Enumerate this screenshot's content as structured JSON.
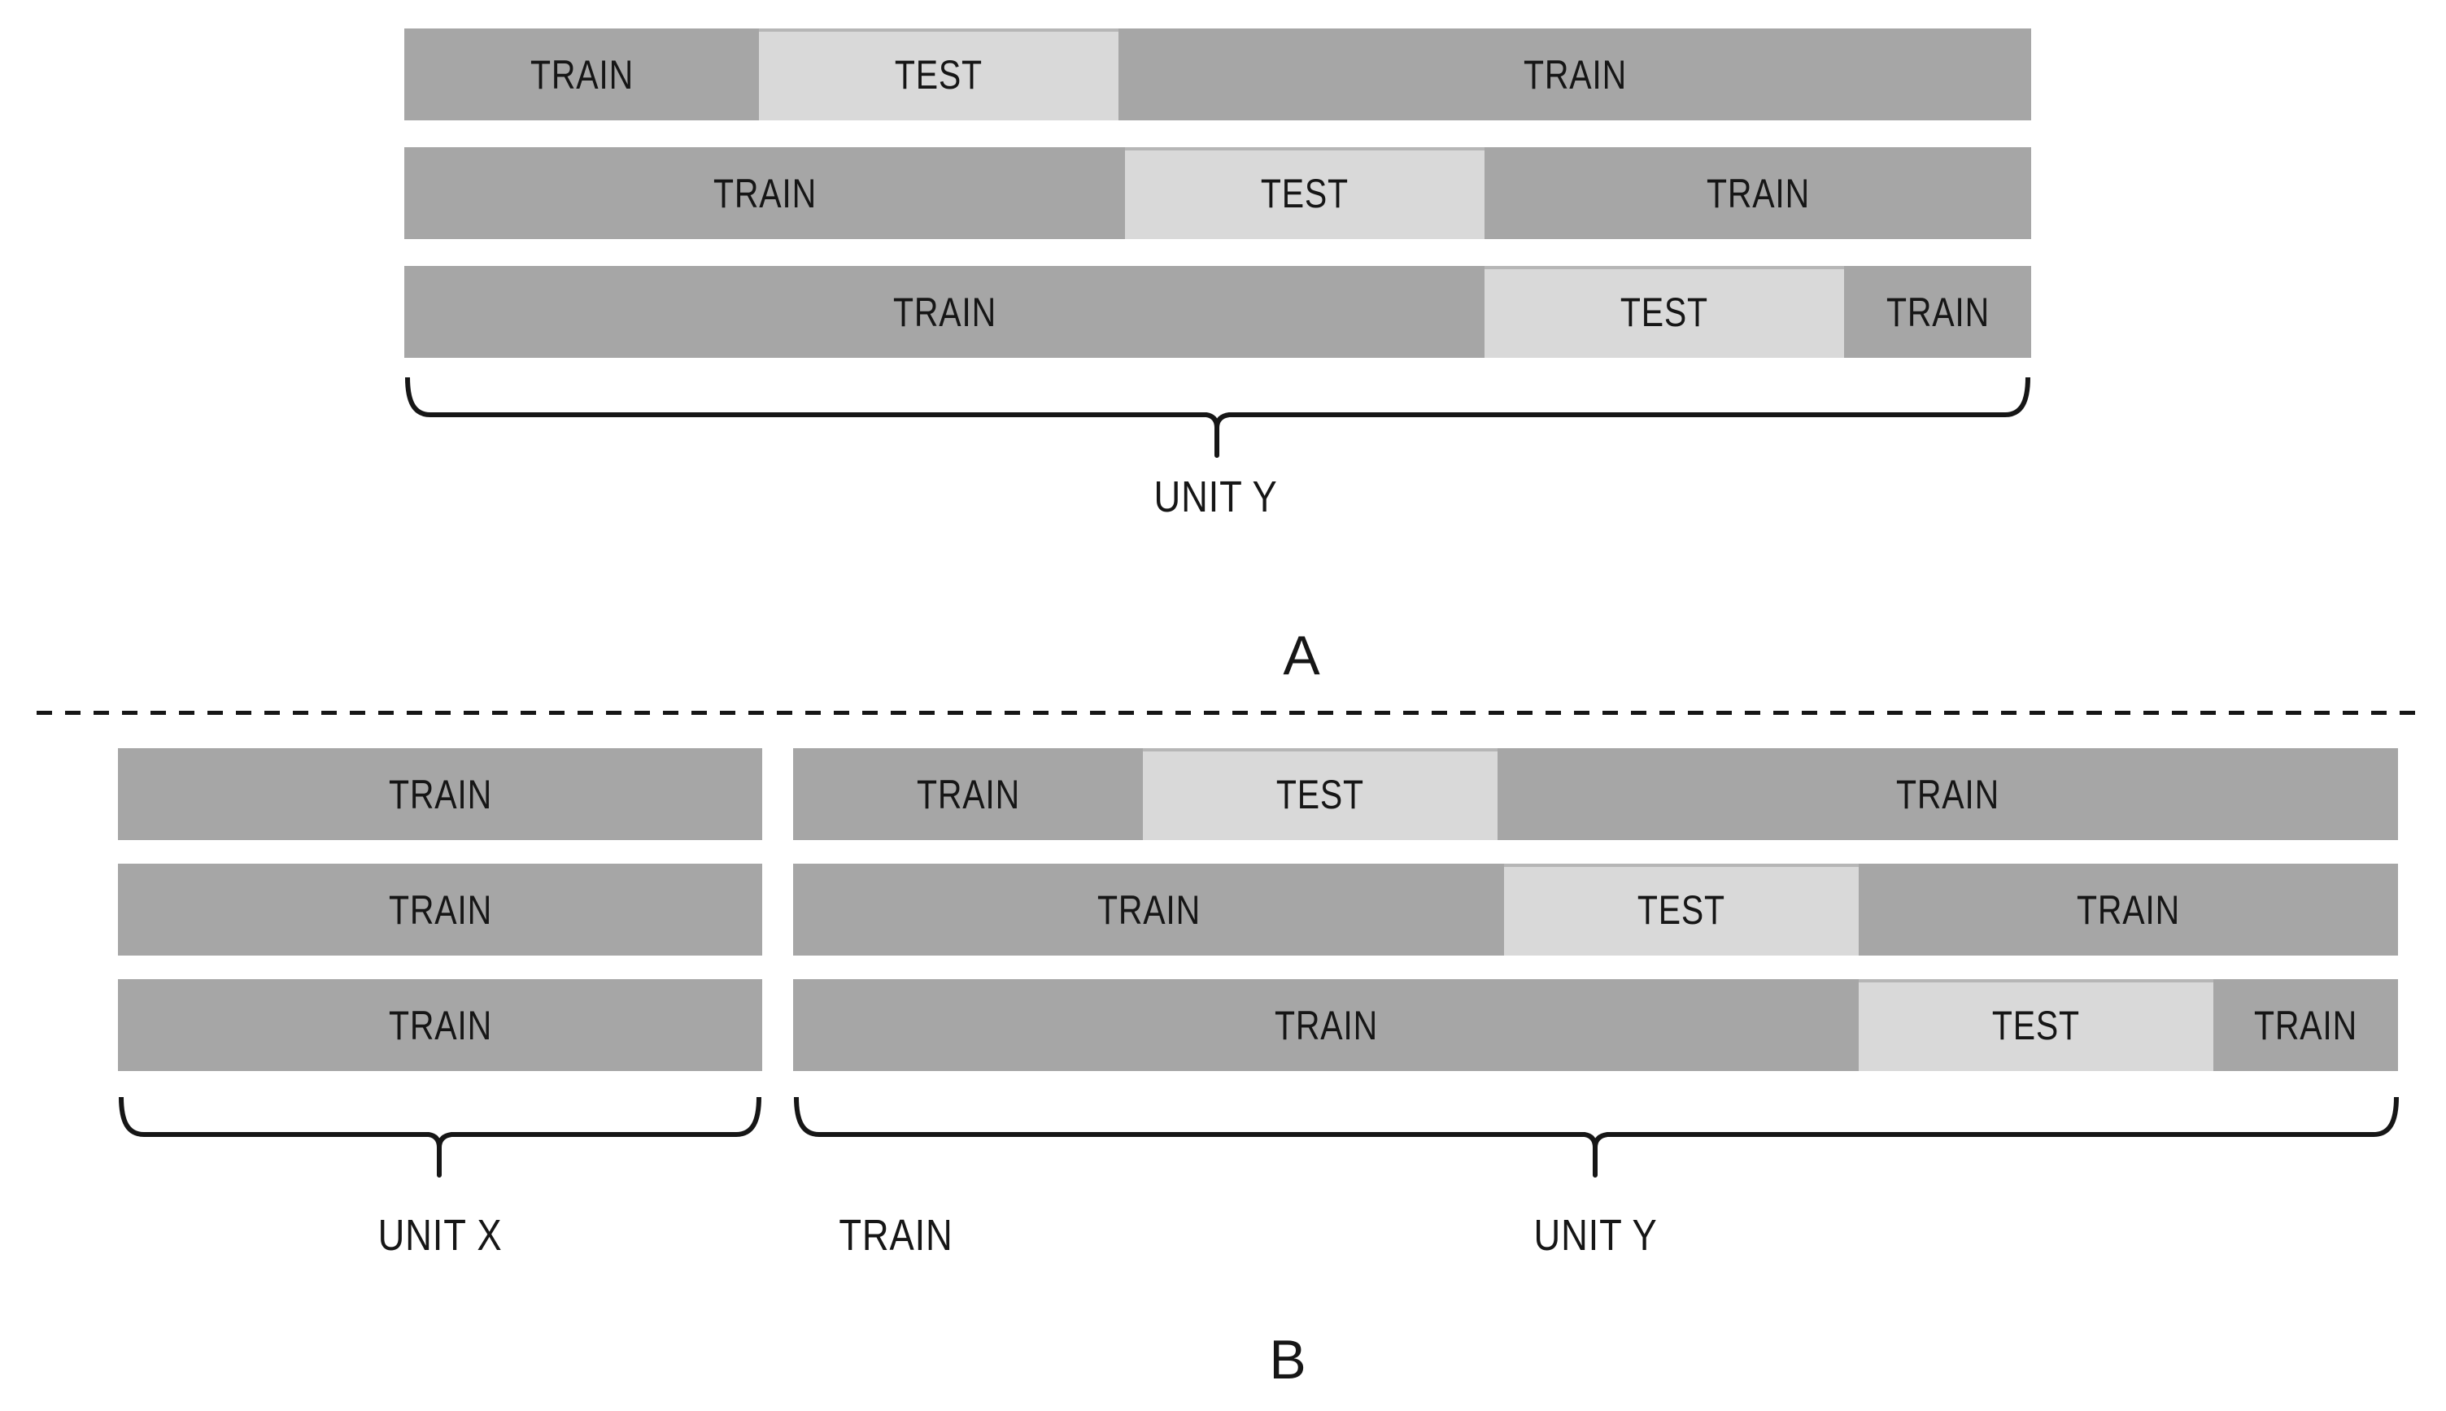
{
  "panel_a": {
    "section_label": "A",
    "brace_label": "UNIT Y",
    "rows": [
      {
        "segments": [
          {
            "label": "TRAIN",
            "kind": "train",
            "width_pct": 21.8
          },
          {
            "label": "TEST",
            "kind": "test",
            "width_pct": 22.1
          },
          {
            "label": "TRAIN",
            "kind": "train",
            "width_pct": 56.1
          }
        ]
      },
      {
        "segments": [
          {
            "label": "TRAIN",
            "kind": "train",
            "width_pct": 44.3
          },
          {
            "label": "TEST",
            "kind": "test",
            "width_pct": 22.1
          },
          {
            "label": "TRAIN",
            "kind": "train",
            "width_pct": 33.6
          }
        ]
      },
      {
        "segments": [
          {
            "label": "TRAIN",
            "kind": "train",
            "width_pct": 66.4
          },
          {
            "label": "TEST",
            "kind": "test",
            "width_pct": 22.1
          },
          {
            "label": "TRAIN",
            "kind": "train",
            "width_pct": 11.5
          }
        ]
      }
    ]
  },
  "panel_b": {
    "section_label": "B",
    "left_group": {
      "brace_label": "UNIT X",
      "rows": [
        {
          "segments": [
            {
              "label": "TRAIN",
              "kind": "train",
              "width_pct": 100
            }
          ]
        },
        {
          "segments": [
            {
              "label": "TRAIN",
              "kind": "train",
              "width_pct": 100
            }
          ]
        },
        {
          "segments": [
            {
              "label": "TRAIN",
              "kind": "train",
              "width_pct": 100
            }
          ]
        }
      ]
    },
    "right_group": {
      "brace_label": "UNIT Y",
      "train_caption": "TRAIN",
      "rows": [
        {
          "segments": [
            {
              "label": "TRAIN",
              "kind": "train",
              "width_pct": 21.8
            },
            {
              "label": "TEST",
              "kind": "test",
              "width_pct": 22.1
            },
            {
              "label": "TRAIN",
              "kind": "train",
              "width_pct": 56.1
            }
          ]
        },
        {
          "segments": [
            {
              "label": "TRAIN",
              "kind": "train",
              "width_pct": 44.3
            },
            {
              "label": "TEST",
              "kind": "test",
              "width_pct": 22.1
            },
            {
              "label": "TRAIN",
              "kind": "train",
              "width_pct": 33.6
            }
          ]
        },
        {
          "segments": [
            {
              "label": "TRAIN",
              "kind": "train",
              "width_pct": 66.4
            },
            {
              "label": "TEST",
              "kind": "test",
              "width_pct": 22.1
            },
            {
              "label": "TRAIN",
              "kind": "train",
              "width_pct": 11.5
            }
          ]
        }
      ]
    }
  },
  "colors": {
    "train_fill": "#a6a6a6",
    "test_fill": "#d9d9d9",
    "text": "#161616",
    "background": "#ffffff"
  }
}
